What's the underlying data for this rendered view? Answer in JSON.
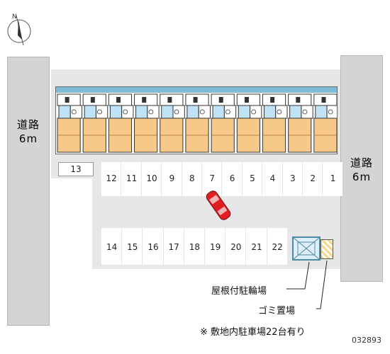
{
  "roads": [
    {
      "id": "left",
      "label_line1": "道路",
      "label_line2": "6m"
    },
    {
      "id": "right",
      "label_line1": "道路",
      "label_line2": "6m"
    }
  ],
  "parking": {
    "top_row": [
      "12",
      "11",
      "10",
      "9",
      "8",
      "7",
      "6",
      "5",
      "4",
      "3",
      "2",
      "1"
    ],
    "left_spot": "13",
    "bottom_row": [
      "14",
      "15",
      "16",
      "17",
      "18",
      "19",
      "20",
      "21",
      "22"
    ]
  },
  "labels": {
    "bicycle_parking": "屋根付駐輪場",
    "garbage": "ゴミ置場",
    "note": "※ 敷地内駐車場22台有り",
    "code": "032893"
  },
  "icons": {
    "compass": "north-arrow-icon",
    "car": "car-icon"
  },
  "colors": {
    "road": "#d4d4d4",
    "lot": "#e7e7e7",
    "unit_floor": "#f6c98a",
    "unit_blue": "#bfe2f5",
    "car": "#e01d23"
  }
}
